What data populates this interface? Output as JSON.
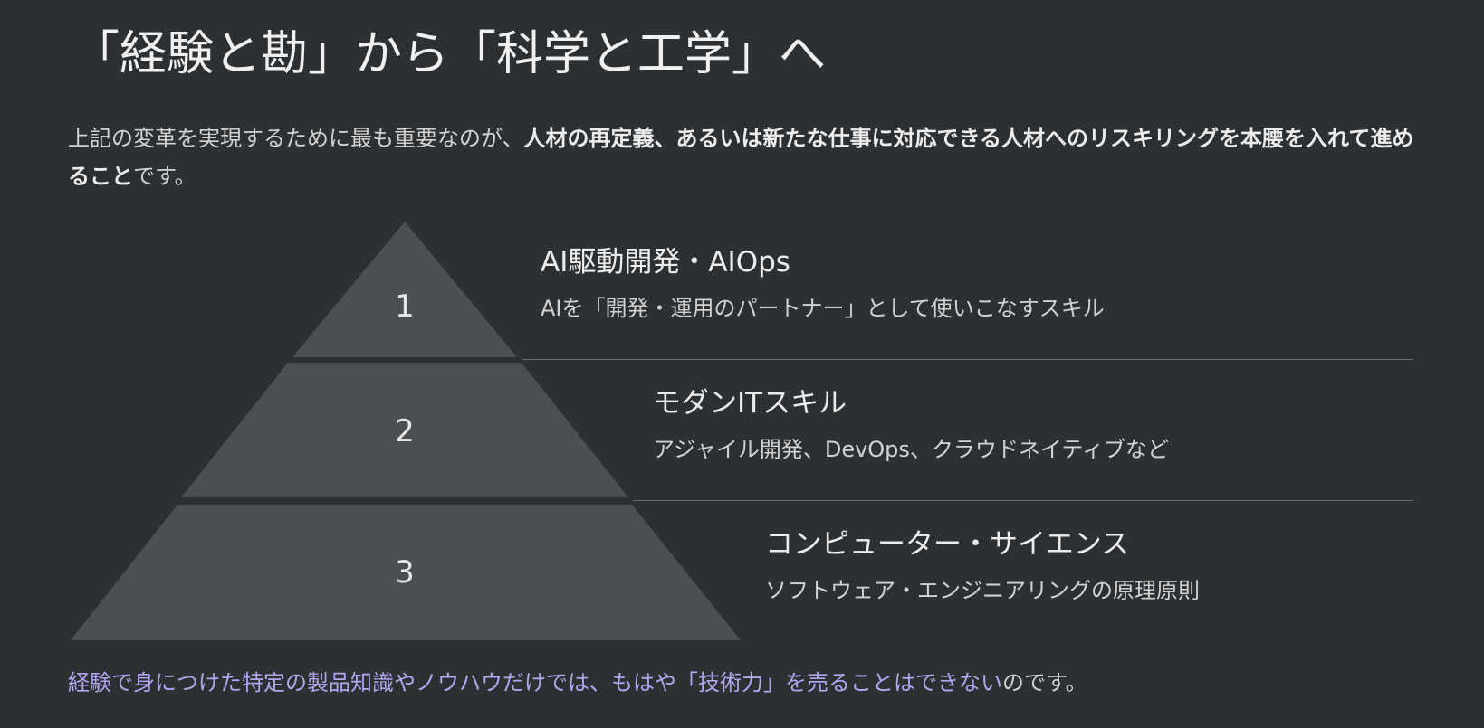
{
  "title": "「経験と勘」から「科学と工学」へ",
  "intro": {
    "prefix": "上記の変革を実現するために最も重要なのが、",
    "bold": "人材の再定義、あるいは新たな仕事に対応できる人材へのリスキリングを本腰を入れて進めること",
    "suffix": "です。"
  },
  "pyramid": [
    {
      "number": "1",
      "heading": "AI駆動開発・AIOps",
      "description": "AIを「開発・運用のパートナー」として使いこなすスキル"
    },
    {
      "number": "2",
      "heading": "モダンITスキル",
      "description": "アジャイル開発、DevOps、クラウドネイティブなど"
    },
    {
      "number": "3",
      "heading": "コンピューター・サイエンス",
      "description": "ソフトウェア・エンジニアリングの原理原則"
    }
  ],
  "colors": {
    "background": "#2d3033",
    "pyramid_fill": "#4b4f53",
    "accent": "#b1a6ef"
  },
  "footer": {
    "highlight": "経験で身につけた特定の製品知識やノウハウだけでは、もはや「技術力」を売ることはできない",
    "tail": "のです。"
  }
}
